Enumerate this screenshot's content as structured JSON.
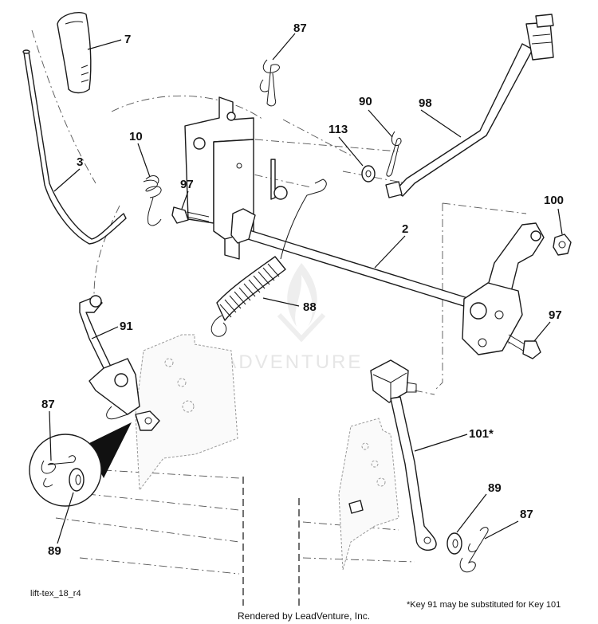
{
  "callouts": [
    {
      "id": "c7",
      "label": "7"
    },
    {
      "id": "c87a",
      "label": "87"
    },
    {
      "id": "c90",
      "label": "90"
    },
    {
      "id": "c98",
      "label": "98"
    },
    {
      "id": "c113",
      "label": "113"
    },
    {
      "id": "c10",
      "label": "10"
    },
    {
      "id": "c3",
      "label": "3"
    },
    {
      "id": "c97a",
      "label": "97"
    },
    {
      "id": "c100",
      "label": "100"
    },
    {
      "id": "c2",
      "label": "2"
    },
    {
      "id": "c88",
      "label": "88"
    },
    {
      "id": "c91",
      "label": "91"
    },
    {
      "id": "c97b",
      "label": "97"
    },
    {
      "id": "c87b",
      "label": "87"
    },
    {
      "id": "c101",
      "label": "101*"
    },
    {
      "id": "c89a",
      "label": "89"
    },
    {
      "id": "c87c",
      "label": "87"
    },
    {
      "id": "c89b",
      "label": "89"
    }
  ],
  "watermark": "LEADVENTURE",
  "diagram_ref": "lift-tex_18_r4",
  "note": "*Key 91 may be substituted for Key 101",
  "footer": "Rendered by LeadVenture, Inc."
}
